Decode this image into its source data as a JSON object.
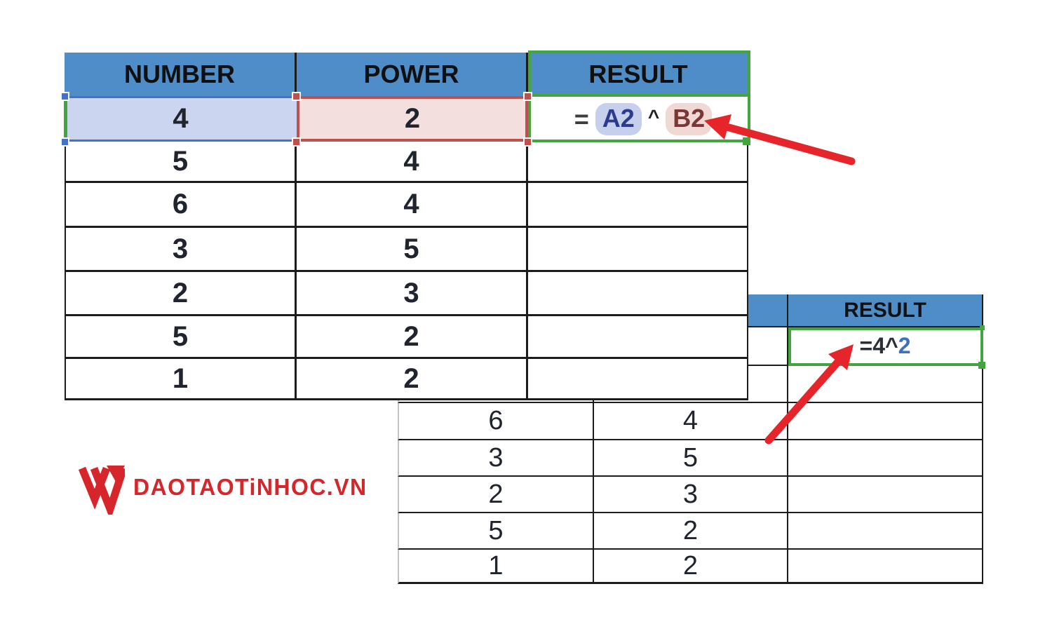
{
  "colors": {
    "header_blue": "#4F8DC9",
    "grid_black": "#1c1c1c",
    "selection_green": "#42A53E",
    "reference_blue_border": "#4472C4",
    "reference_blue_fill": "#CBD5EF",
    "reference_red_border": "#C0504D",
    "reference_red_fill": "#F3E0DE",
    "pill_blue_bg": "#C6D0EC",
    "pill_blue_text": "#2B3C8C",
    "pill_red_bg": "#F0D9D5",
    "pill_red_text": "#7B3636",
    "arrow_red": "#E6252B",
    "logo_red": "#D7262B",
    "exponent_blue": "#3F6FC1"
  },
  "main_table": {
    "headers": {
      "number": "NUMBER",
      "power": "POWER",
      "result": "RESULT"
    },
    "formula_row": {
      "number": "4",
      "power": "2",
      "formula": {
        "eq": "=",
        "ref_a": "A2",
        "op": "^",
        "ref_b": "B2"
      }
    },
    "rows": [
      {
        "number": "5",
        "power": "4",
        "result": ""
      },
      {
        "number": "6",
        "power": "4",
        "result": ""
      },
      {
        "number": "3",
        "power": "5",
        "result": ""
      },
      {
        "number": "2",
        "power": "3",
        "result": ""
      },
      {
        "number": "5",
        "power": "2",
        "result": ""
      },
      {
        "number": "1",
        "power": "2",
        "result": ""
      }
    ]
  },
  "overlay_table": {
    "headers": {
      "number": "",
      "power": "",
      "result": "RESULT"
    },
    "formula_cell": {
      "prefix": "=4^",
      "exponent": "2"
    },
    "rows": [
      {
        "number": "",
        "power": "",
        "result": ""
      },
      {
        "number": "6",
        "power": "4",
        "result": ""
      },
      {
        "number": "3",
        "power": "5",
        "result": ""
      },
      {
        "number": "2",
        "power": "3",
        "result": ""
      },
      {
        "number": "5",
        "power": "2",
        "result": ""
      },
      {
        "number": "1",
        "power": "2",
        "result": ""
      }
    ]
  },
  "logo": {
    "text": "DAOTAOTiNHOC.VN"
  }
}
